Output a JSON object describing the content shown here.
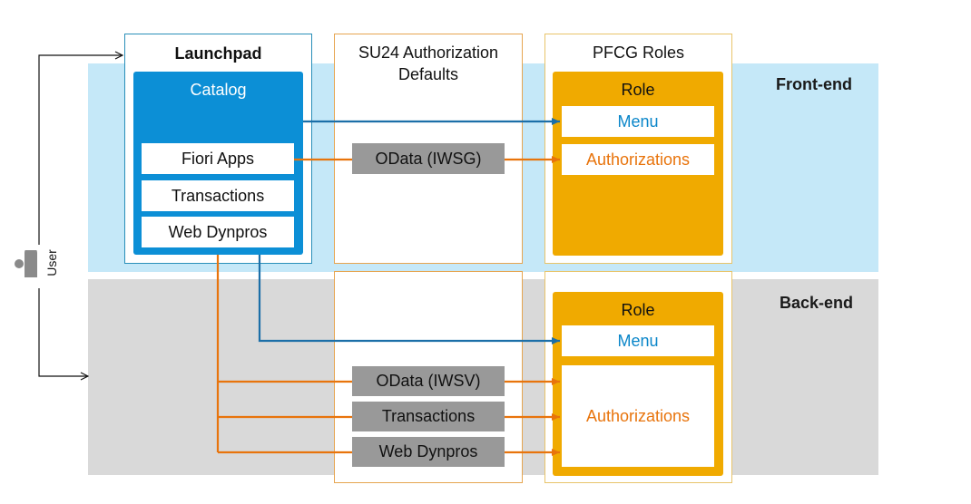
{
  "bands": {
    "front_label": "Front-end",
    "back_label": "Back-end"
  },
  "columns": {
    "launchpad_title": "Launchpad",
    "su24_title_line1": "SU24 Authorization",
    "su24_title_line2": "Defaults",
    "pfcg_title": "PFCG Roles"
  },
  "catalog": {
    "title": "Catalog",
    "items": [
      "Fiori Apps",
      "Transactions",
      "Web Dynpros"
    ]
  },
  "su24": {
    "front_item": "OData (IWSG)",
    "back_items": [
      "OData (IWSV)",
      "Transactions",
      "Web Dynpros"
    ]
  },
  "roles": {
    "front": {
      "title": "Role",
      "menu": "Menu",
      "authorizations": "Authorizations"
    },
    "back": {
      "title": "Role",
      "menu": "Menu",
      "authorizations": "Authorizations"
    }
  },
  "user": {
    "label": "User"
  },
  "colors": {
    "blue_arrow": "#1c6fa8",
    "orange_arrow": "#e8740c",
    "catalog_blue": "#0c8fd6",
    "role_gold": "#f0aa00",
    "front_band": "#c5e8f8",
    "back_band": "#d9d9d9"
  }
}
